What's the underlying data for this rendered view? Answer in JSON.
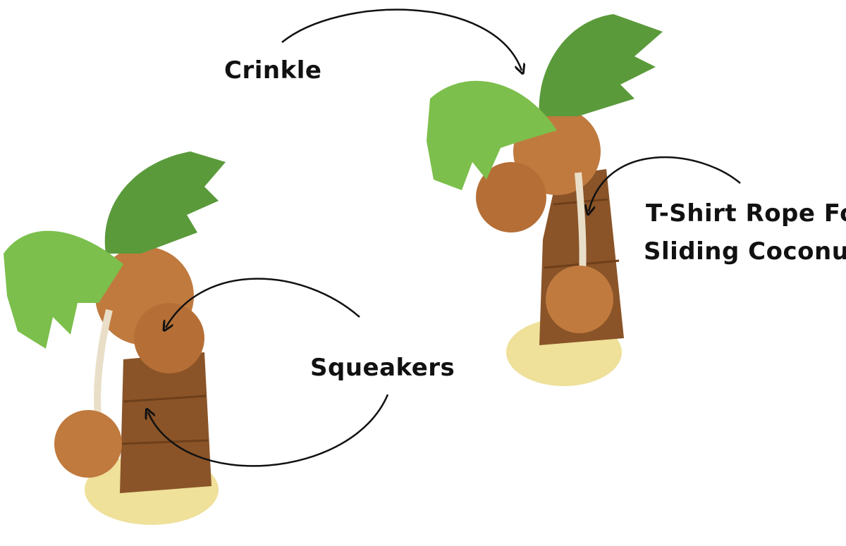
{
  "labels": {
    "crinkle": "Crinkle",
    "rope_line1": "T-Shirt Rope For",
    "rope_line2": "Sliding Coconuts",
    "squeakers": "Squeakers"
  },
  "colors": {
    "leaf_dark": "#5a9a3a",
    "leaf_light": "#7cbf4c",
    "trunk": "#8a5428",
    "trunk_light": "#a96a35",
    "coconut": "#c07a3e",
    "base": "#efe09a",
    "rope": "#e9dfc8",
    "arrow": "#111111"
  }
}
